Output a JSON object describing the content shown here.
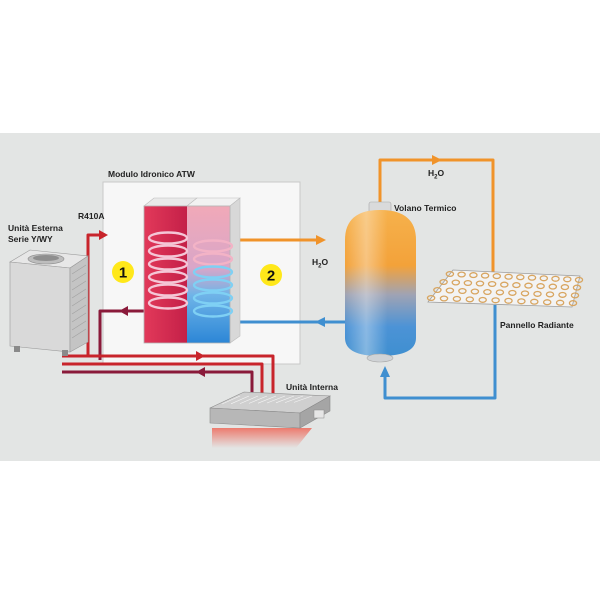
{
  "labels": {
    "outdoor_unit_line1": "Unità Esterna",
    "outdoor_unit_line2": "Serie Y/WY",
    "refrigerant": "R410A",
    "hydronic_module": "Modulo Idronico ATW",
    "circuit_1": "1",
    "circuit_2": "2",
    "water_left_main": "H",
    "water_left_sub": "2",
    "water_left_tail": "O",
    "water_top_main": "H",
    "water_top_sub": "2",
    "water_top_tail": "O",
    "buffer_tank": "Volano Termico",
    "radiant_panel": "Pannello Radiante",
    "indoor_unit": "Unità Interna"
  },
  "colors": {
    "background": "#e3e5e4",
    "refrigerant_pipe": "#c8242b",
    "refrigerant_return": "#8a1a3a",
    "hot_water": "#f0932a",
    "cold_water": "#3f8fd0",
    "module_box": "#f7f7f7"
  },
  "icons": [
    "outdoor-unit-icon",
    "heat-exchanger-icon",
    "buffer-tank-icon",
    "radiant-panel-icon",
    "indoor-unit-icon",
    "flow-arrow-icon"
  ]
}
